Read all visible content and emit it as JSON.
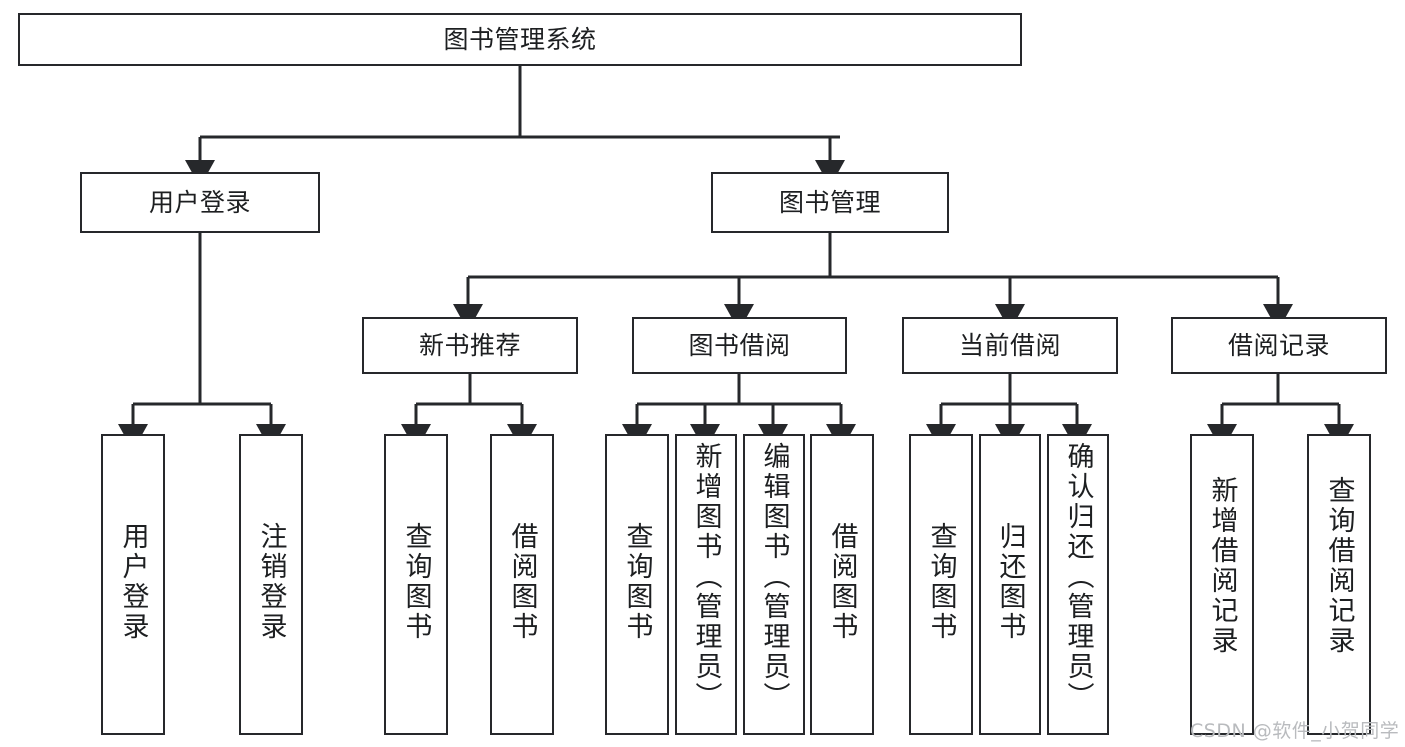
{
  "diagram": {
    "title": "图书管理系统",
    "stroke_color": "#26282b",
    "text_color": "#1d1f21",
    "background_color": "#ffffff",
    "root": {
      "id": "root",
      "label": "图书管理系统",
      "orientation": "horizontal"
    },
    "level2": [
      {
        "id": "user-login",
        "label": "用户登录",
        "orientation": "horizontal"
      },
      {
        "id": "book-manage",
        "label": "图书管理",
        "orientation": "horizontal"
      }
    ],
    "level3": [
      {
        "id": "new-book-rec",
        "label": "新书推荐",
        "orientation": "horizontal"
      },
      {
        "id": "book-borrow",
        "label": "图书借阅",
        "orientation": "horizontal"
      },
      {
        "id": "current-borrow",
        "label": "当前借阅",
        "orientation": "horizontal"
      },
      {
        "id": "borrow-record",
        "label": "借阅记录",
        "orientation": "horizontal"
      }
    ],
    "leaves": [
      {
        "id": "leaf-user-login",
        "label": "用户登录",
        "parent": "user-login",
        "orientation": "vertical"
      },
      {
        "id": "leaf-logout",
        "label": "注销登录",
        "parent": "user-login",
        "orientation": "vertical"
      },
      {
        "id": "leaf-query-book-1",
        "label": "查询图书",
        "parent": "new-book-rec",
        "orientation": "vertical"
      },
      {
        "id": "leaf-borrow-book-1",
        "label": "借阅图书",
        "parent": "new-book-rec",
        "orientation": "vertical"
      },
      {
        "id": "leaf-query-book-2",
        "label": "查询图书",
        "parent": "book-borrow",
        "orientation": "vertical"
      },
      {
        "id": "leaf-add-book",
        "label": "新增图书（管理员）",
        "parent": "book-borrow",
        "orientation": "vertical"
      },
      {
        "id": "leaf-edit-book",
        "label": "编辑图书（管理员）",
        "parent": "book-borrow",
        "orientation": "vertical"
      },
      {
        "id": "leaf-borrow-book-2",
        "label": "借阅图书",
        "parent": "book-borrow",
        "orientation": "vertical"
      },
      {
        "id": "leaf-query-book-3",
        "label": "查询图书",
        "parent": "current-borrow",
        "orientation": "vertical"
      },
      {
        "id": "leaf-return-book",
        "label": "归还图书",
        "parent": "current-borrow",
        "orientation": "vertical"
      },
      {
        "id": "leaf-confirm-return",
        "label": "确认归还（管理员）",
        "parent": "current-borrow",
        "orientation": "vertical"
      },
      {
        "id": "leaf-add-record",
        "label": "新增借阅记录",
        "parent": "borrow-record",
        "orientation": "vertical"
      },
      {
        "id": "leaf-query-record",
        "label": "查询借阅记录",
        "parent": "borrow-record",
        "orientation": "vertical"
      }
    ]
  },
  "watermark": {
    "text": "CSDN @软件_小贺同学",
    "color": "#b9bbbe"
  }
}
